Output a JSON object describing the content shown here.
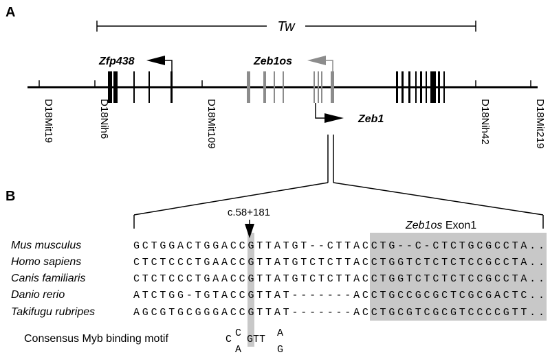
{
  "panels": {
    "a": "A",
    "b": "B"
  },
  "region_label": "Tw",
  "genes": {
    "zfp438": "Zfp438",
    "zeb1os": "Zeb1os",
    "zeb1": "Zeb1"
  },
  "markers": [
    "D18Mit19",
    "D18Nih6",
    "D18Mit109",
    "D18Nih42",
    "D18Mit219"
  ],
  "colors": {
    "black": "#000000",
    "gray": "#8c8c8c",
    "highlight": "#c8c8c8"
  },
  "variant_label": "c.58+181",
  "exon_label_gene": "Zeb1os",
  "exon_label_suffix": " Exon1",
  "alignment": [
    {
      "species": "Mus musculus",
      "sequence": "GCTGGACTGGACCGTTATGT--CTTACCTG--C-CTCTGCGCCTA.."
    },
    {
      "species": "Homo sapiens",
      "sequence": "CTCTCCCTGAACCGTTATGTCTCTTACCTGGTCTCTCTCCGCCTA.."
    },
    {
      "species": "Canis familiaris",
      "sequence": "CTCTCCCTGAACCGTTATGTCTCTTACCTGGTCTCTCTCCGCCTA.."
    },
    {
      "species": "Danio rerio",
      "sequence": "ATCTGG-TGTACCGTTAT-------ACCTGCCGCGCTCGCGACTC.."
    },
    {
      "species": "Takifugu rubripes",
      "sequence": "AGCGTGCGGGACCGTTAT-------ACCTGCGTCGCGTCCCCGTT.."
    }
  ],
  "consensus": {
    "label": "Consensus Myb binding motif",
    "c": "C",
    "pos2_top": "C",
    "pos2_bottom": "A",
    "gtt": "GTT",
    "pos6_top": "A",
    "pos6_bottom": "G"
  }
}
